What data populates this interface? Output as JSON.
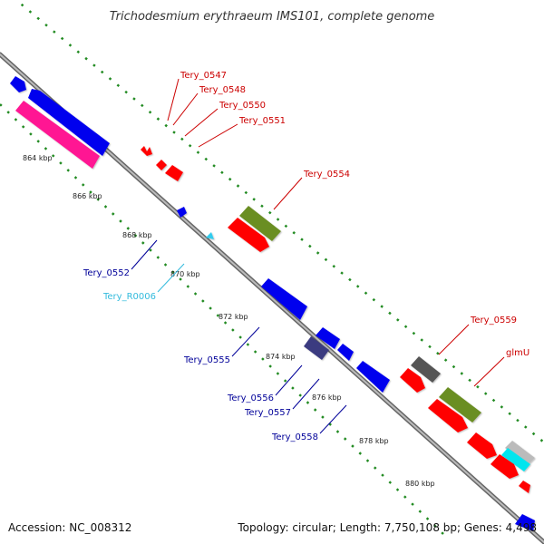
{
  "title": "Trichodesmium erythraeum IMS101, complete genome",
  "footer": {
    "accession": "Accession: NC_008312",
    "topology": "Topology: circular; Length: 7,750,108 bp; Genes: 4,498"
  },
  "ticks": [
    "864 kbp",
    "866 kbp",
    "868 kbp",
    "870 kbp",
    "872 kbp",
    "874 kbp",
    "876 kbp",
    "878 kbp",
    "880 kbp"
  ],
  "gene_labels": [
    {
      "text": "Tery_0547",
      "color": "#cc0000"
    },
    {
      "text": "Tery_0548",
      "color": "#cc0000"
    },
    {
      "text": "Tery_0550",
      "color": "#cc0000"
    },
    {
      "text": "Tery_0551",
      "color": "#cc0000"
    },
    {
      "text": "Tery_0554",
      "color": "#cc0000"
    },
    {
      "text": "Tery_0559",
      "color": "#cc0000"
    },
    {
      "text": "glmU",
      "color": "#cc0000"
    },
    {
      "text": "Tery_0552",
      "color": "#000099"
    },
    {
      "text": "Tery_R0006",
      "color": "#33bbdd"
    },
    {
      "text": "Tery_0555",
      "color": "#000099"
    },
    {
      "text": "Tery_0556",
      "color": "#000099"
    },
    {
      "text": "Tery_0557",
      "color": "#000099"
    },
    {
      "text": "Tery_0558",
      "color": "#000099"
    }
  ],
  "colors": {
    "forward_cds": "#ff0000",
    "reverse_cds": "#0000ee",
    "rna": "#33ccee",
    "magenta_feature": "#ff1493",
    "olive_feature": "#6b8e23",
    "dark_gray_feature": "#555555",
    "dark_slate_feature": "#3a3a80",
    "cyan_feature": "#00e5ee",
    "light_gray_feature": "#bbbbbb",
    "backbone": "#888888",
    "dotted_ring": "#228b22"
  }
}
